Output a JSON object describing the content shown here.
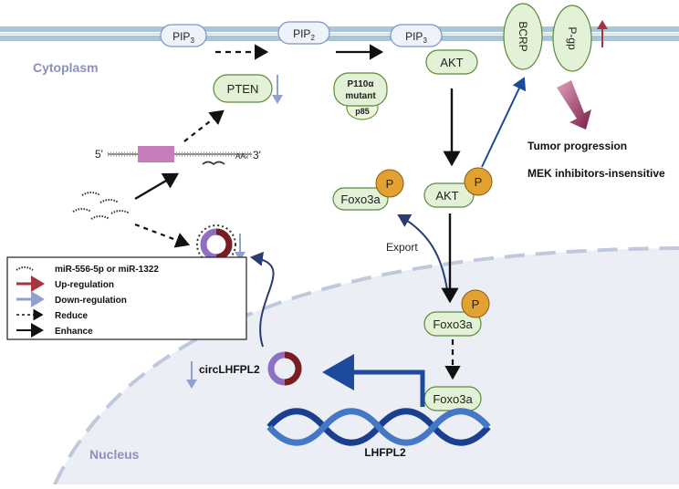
{
  "compartments": {
    "cytoplasm": "Cytoplasm",
    "nucleus": "Nucleus"
  },
  "membrane": {
    "pip3_left": {
      "base": "PIP",
      "sub": "3"
    },
    "pip2": {
      "base": "PIP",
      "sub": "2"
    },
    "pip3_right": {
      "base": "PIP",
      "sub": "3"
    },
    "bcrp": "BCRP",
    "pgp": "P-gp"
  },
  "proteins": {
    "pten": "PTEN",
    "p110_line1": "P110α",
    "p110_line2": "mutant",
    "p85": "p85",
    "akt_top": "AKT",
    "akt_mid": "AKT",
    "foxo3a_cyto": "Foxo3a",
    "foxo3a_nuc_p": "Foxo3a",
    "foxo3a_nuc": "Foxo3a",
    "phospho": "P"
  },
  "mrna": {
    "five_prime": "5'",
    "three_prime": "3'",
    "polyA": "AAₙ"
  },
  "outcomes": {
    "line1": "Tumor progression",
    "line2": "MEK inhibitors-insensitive"
  },
  "labels": {
    "export": "Export",
    "circ": "circLHFPL2",
    "gene": "LHFPL2"
  },
  "legend": {
    "items": [
      {
        "label": "miR-556-5p or miR-1322"
      },
      {
        "label": "Up-regulation"
      },
      {
        "label": "Down-regulation"
      },
      {
        "label": "Reduce"
      },
      {
        "label": "Enhance"
      }
    ]
  },
  "colors": {
    "membrane": "#a9c6d9",
    "receptor_fill": "#eef3fb",
    "receptor_stroke": "#7f93c7",
    "protein_fill": "#e3f2d6",
    "protein_stroke": "#5a8a3a",
    "phospho_fill": "#e1a231",
    "nucleus_fill": "#eceef6",
    "circ_purple": "#8e6fc4",
    "circ_red": "#7a1d22",
    "up_arrow": "#a7343f",
    "down_arrow": "#8fa1cc",
    "blue_arrow": "#1e4a9c",
    "dna_dark": "#1b3f8f",
    "dna_light": "#4477c4",
    "mrna_box": "#c77dbb"
  }
}
